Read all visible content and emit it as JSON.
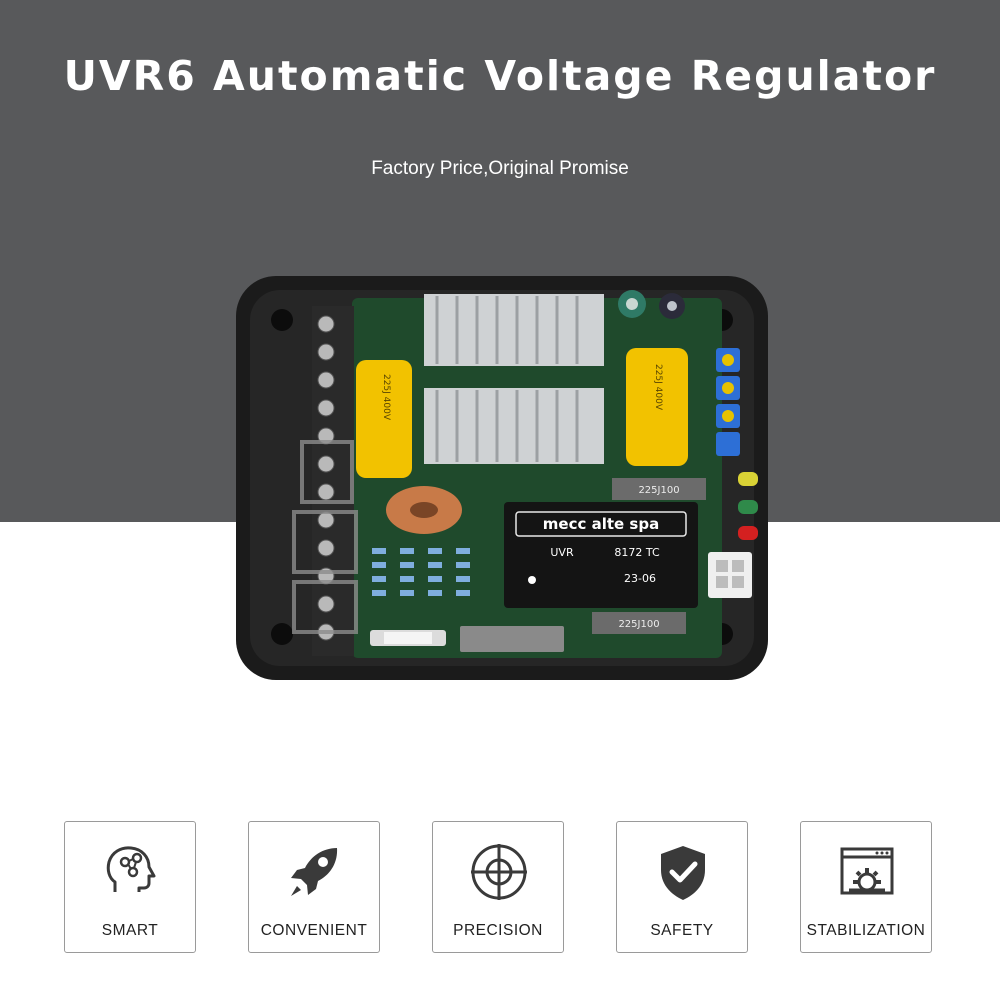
{
  "header": {
    "title": "UVR6 Automatic Voltage Regulator",
    "subtitle": "Factory Price,Original Promise"
  },
  "product": {
    "brand_label": "mecc alte spa",
    "model_line": "UVR",
    "code": "8172 TC",
    "date_code": "23-06",
    "cap_code_1": "225J100",
    "cap_code_2": "225J100",
    "cap_rating_left": "225J 400V",
    "cap_rating_right": "225J 400V"
  },
  "features": [
    {
      "label": "SMART",
      "icon": "head-network-icon"
    },
    {
      "label": "CONVENIENT",
      "icon": "rocket-icon"
    },
    {
      "label": "PRECISION",
      "icon": "crosshair-icon"
    },
    {
      "label": "SAFETY",
      "icon": "shield-check-icon"
    },
    {
      "label": "STABILIZATION",
      "icon": "window-gear-icon"
    }
  ],
  "colors": {
    "hero_bg": "#58595b",
    "pcb_green": "#1f4a2c",
    "housing": "#1b1b1b",
    "capacitor_yellow": "#f2c200",
    "icon_dark": "#3a3a3a"
  }
}
